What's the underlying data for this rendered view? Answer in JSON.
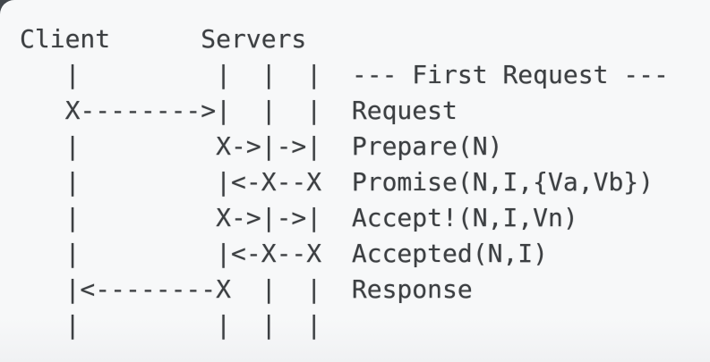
{
  "colors": {
    "background": "#f7f8f9",
    "text": "#3c3f42",
    "corner_artifact": "#41464b"
  },
  "diagram": {
    "actors": [
      "Client",
      "Servers"
    ],
    "section_label": "--- First Request ---",
    "message_labels": [
      "Request",
      "Prepare(N)",
      "Promise(N,I,{Va,Vb})",
      "Accept!(N,I,Vn)",
      "Accepted(N,I)",
      "Response"
    ],
    "lines": [
      "Client      Servers",
      "   |         |  |  |  --- First Request ---",
      "   X-------->|  |  |  Request",
      "   |         X->|->|  Prepare(N)",
      "   |         |<-X--X  Promise(N,I,{Va,Vb})",
      "   |         X->|->|  Accept!(N,I,Vn)",
      "   |         |<-X--X  Accepted(N,I)",
      "   |<--------X  |  |  Response",
      "   |         |  |  |"
    ]
  }
}
